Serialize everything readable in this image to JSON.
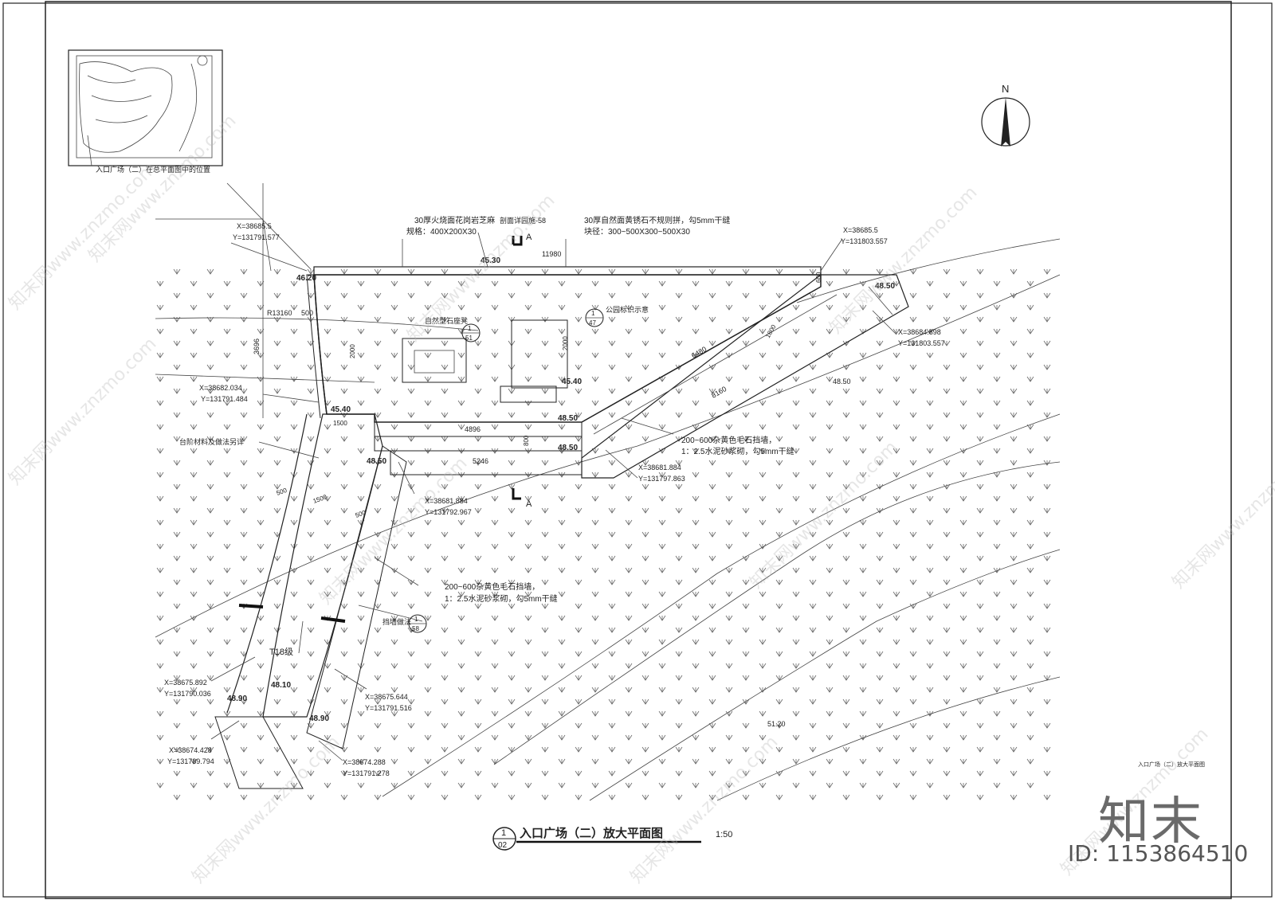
{
  "title": {
    "number": "1",
    "sheet": "02",
    "text": "入口广场（二）放大平面图",
    "scale": "1:50"
  },
  "keyplan_label": "入口广场（二）在总平面图中的位置",
  "north_label": "N",
  "annotations": {
    "paving_1_line1": "30厚火烧面花岗岩芝麻",
    "paving_1_line2": "规格：400X200X30",
    "section_ref": "剖面详园施-58",
    "section_mark_top": "A",
    "section_mark_bottom": "A",
    "paving_2_line1": "30厚自然面黄锈石不规则拼，勾5mm干缝",
    "paving_2_line2": "块径：300~500X300~500X30",
    "wall_note_1_line1": "200~600杂黄色毛石挡墙，",
    "wall_note_1_line2": "1：2.5水泥砂浆砌，勾5mm干缝",
    "wall_note_2_line1": "200~600杂黄色毛石挡墙，",
    "wall_note_2_line2": "1：2.5水泥砂浆砌，勾5mm干缝",
    "stone_seat": "自然型石座凳",
    "sculpture": "公园标识示意",
    "steps_note": "台阶材料及做法另详",
    "retaining_note": "挡墙做法",
    "steps_label": "T18级"
  },
  "detail_refs": [
    {
      "top": "1",
      "bottom": "51"
    },
    {
      "top": "1",
      "bottom": "47"
    },
    {
      "top": "1",
      "bottom": "58"
    }
  ],
  "elevations": [
    "46.20",
    "45.30",
    "48.50",
    "45.40",
    "45.40",
    "48.50",
    "48.50",
    "48.50",
    "48.10",
    "48.90",
    "48.90",
    "48.50",
    "51.20"
  ],
  "dimensions": [
    "11980",
    "600",
    "R13160",
    "500",
    "3696",
    "2000",
    "2000",
    "1500",
    "4896",
    "800",
    "5246",
    "6480",
    "1800",
    "8160",
    "500",
    "1500",
    "500"
  ],
  "coordinates": [
    {
      "x": "X=38685.5",
      "y": "Y=131791.577"
    },
    {
      "x": "X=38685.5",
      "y": "Y=131803.557"
    },
    {
      "x": "X=38684.898",
      "y": "Y=131803.557"
    },
    {
      "x": "X=38682.034",
      "y": "Y=131791.484"
    },
    {
      "x": "X=38681.884",
      "y": "Y=131797.863"
    },
    {
      "x": "X=38681.884",
      "y": "Y=131792.967"
    },
    {
      "x": "X=38675.892",
      "y": "Y=131790.036"
    },
    {
      "x": "X=38675.644",
      "y": "Y=131791.516"
    },
    {
      "x": "X=38674.428",
      "y": "Y=131789.794"
    },
    {
      "x": "X=38674.288",
      "y": "Y=131791.278"
    }
  ],
  "right_small_label": "入口广场（二）放大平面图",
  "watermark_text": "知末网www.znzmo.com",
  "logo_text": "知末",
  "image_id": "ID: 1153864510"
}
